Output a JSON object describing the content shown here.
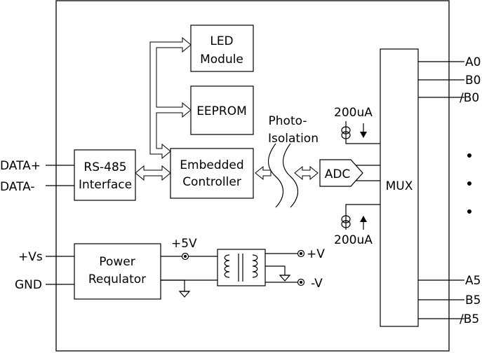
{
  "blocks": {
    "led": [
      "LED",
      "Module"
    ],
    "eeprom": "EEPROM",
    "embedded": [
      "Embedded",
      "Controller"
    ],
    "rs485": [
      "RS-485",
      "Interface"
    ],
    "adc": "ADC",
    "mux": "MUX",
    "power": [
      "Power",
      "Requlator"
    ]
  },
  "photo_isolation": [
    "Photo-",
    "Isolation"
  ],
  "current_sources": {
    "top": "200uA",
    "bottom": "200uA"
  },
  "signals": {
    "data_plus": "DATA+",
    "data_minus": "DATA-",
    "vs": "+Vs",
    "gnd": "GND",
    "plus5v": "+5V",
    "vplus": "+V",
    "vminus": "-V"
  },
  "channels": [
    "A0",
    "B0",
    "/B0",
    "A5",
    "B5",
    "/B5"
  ]
}
